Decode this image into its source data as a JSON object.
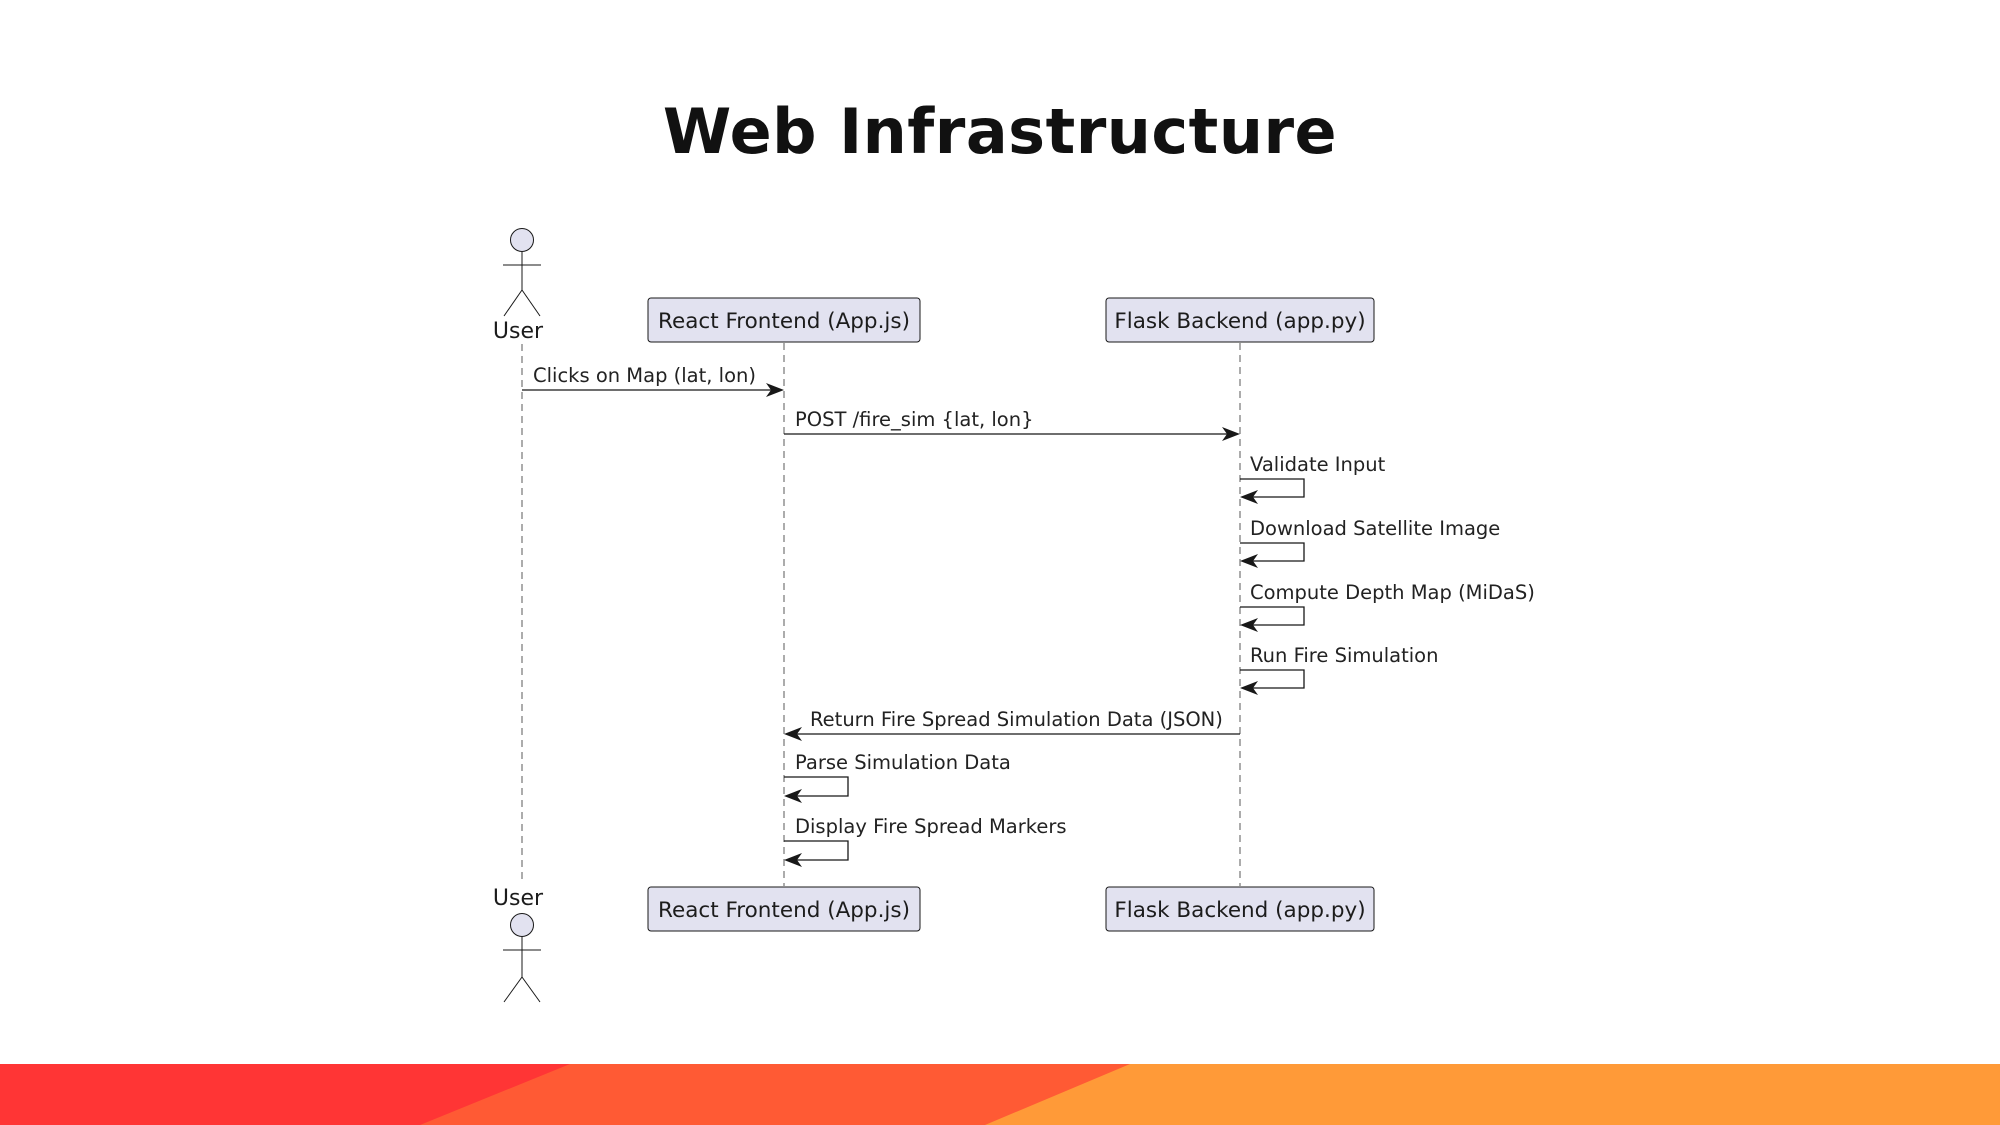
{
  "slide": {
    "title": "Web Infrastructure"
  },
  "diagram": {
    "participants": [
      {
        "id": "user",
        "kind": "actor",
        "label": "User"
      },
      {
        "id": "frontend",
        "kind": "box",
        "label": "React Frontend (App.js)"
      },
      {
        "id": "backend",
        "kind": "box",
        "label": "Flask Backend (app.py)"
      }
    ],
    "messages": [
      {
        "from": "user",
        "to": "frontend",
        "label": "Clicks on Map (lat, lon)"
      },
      {
        "from": "frontend",
        "to": "backend",
        "label": "POST /fire_sim {lat, lon}"
      },
      {
        "from": "backend",
        "to": "backend",
        "label": "Validate Input"
      },
      {
        "from": "backend",
        "to": "backend",
        "label": "Download Satellite Image"
      },
      {
        "from": "backend",
        "to": "backend",
        "label": "Compute Depth Map (MiDaS)"
      },
      {
        "from": "backend",
        "to": "backend",
        "label": "Run Fire Simulation"
      },
      {
        "from": "backend",
        "to": "frontend",
        "label": "Return Fire Spread Simulation Data (JSON)"
      },
      {
        "from": "frontend",
        "to": "frontend",
        "label": "Parse Simulation Data"
      },
      {
        "from": "frontend",
        "to": "frontend",
        "label": "Display Fire Spread Markers"
      }
    ]
  },
  "colors": {
    "participant_fill": "#e2e2f0",
    "participant_border": "#181818",
    "line": "#181818",
    "band_red": "#ff3535",
    "band_orange": "#ff5a34",
    "band_amber": "#ff9a38"
  }
}
